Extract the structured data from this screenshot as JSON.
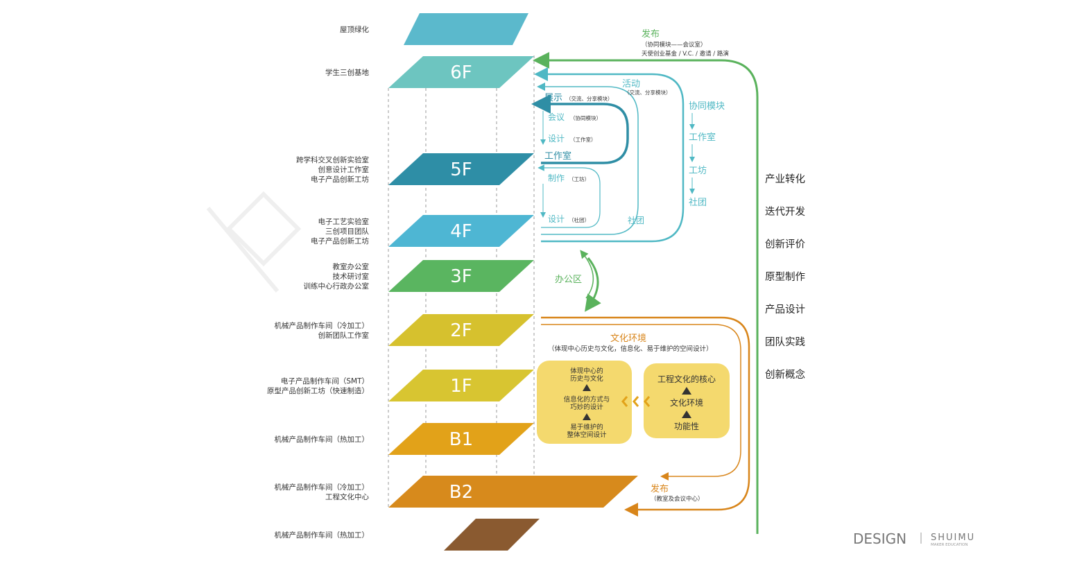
{
  "floors": [
    {
      "id": "roof",
      "name": "",
      "color": "#5bb9cc",
      "labels": [
        "屋顶绿化"
      ]
    },
    {
      "id": "6f",
      "name": "6F",
      "color": "#6dc5c0",
      "labels": [
        "学生三创基地"
      ]
    },
    {
      "id": "5f",
      "name": "5F",
      "color": "#2e8ea6",
      "labels": [
        "跨学科交叉创新实验室",
        "创意设计工作室",
        "电子产品创新工坊"
      ]
    },
    {
      "id": "4f",
      "name": "4F",
      "color": "#4eb6d3",
      "labels": [
        "电子工艺实验室",
        "三创项目团队",
        "电子产品创新工坊"
      ]
    },
    {
      "id": "3f",
      "name": "3F",
      "color": "#5ab560",
      "labels": [
        "教室办公室",
        "技术研讨室",
        "训练中心行政办公室"
      ]
    },
    {
      "id": "2f",
      "name": "2F",
      "color": "#d6c12e",
      "labels": [
        "机械产品制作车间（冷加工）",
        "创新团队工作室"
      ]
    },
    {
      "id": "1f",
      "name": "1F",
      "color": "#d8c531",
      "labels": [
        "电子产品制作车间（SMT）",
        "原型产品创新工坊（快速制造）"
      ]
    },
    {
      "id": "b1",
      "name": "B1",
      "color": "#e2a219",
      "labels": [
        "机械产品制作车间（热加工）"
      ]
    },
    {
      "id": "b2",
      "name": "B2",
      "color": "#d78a1c",
      "labels": [
        "机械产品制作车间（冷加工）",
        "工程文化中心"
      ]
    },
    {
      "id": "base",
      "name": "",
      "color": "#8a5a30",
      "labels": [
        "机械产品制作车间（热加工）"
      ]
    }
  ],
  "release_top": {
    "title": "发布",
    "line1": "（协同模块——会议室）",
    "line2": "天使创业基金 / V.C. / 邀请 / 路演"
  },
  "activity": {
    "title": "活动",
    "sub": "（交流、分享模块）"
  },
  "display": {
    "title": "展示",
    "sub": "（交流、分享模块）"
  },
  "meeting": {
    "title": "会议",
    "sub": "（协同模块）"
  },
  "design_studio": {
    "title": "设计",
    "sub": "（工作室）"
  },
  "studio": "工作室",
  "make": {
    "title": "制作",
    "sub": "（工坊）"
  },
  "design_club": {
    "title": "设计",
    "sub": "（社团）"
  },
  "club_inner": "社团",
  "collab": {
    "title": "协同模块",
    "steps": [
      "工作室",
      "工坊",
      "社团"
    ]
  },
  "office": "办公区",
  "culture": {
    "title": "文化环境",
    "sub": "（体现中心历史与文化，信息化、易于维护的空间设计）"
  },
  "culture_left": [
    "体现中心的",
    "历史与文化",
    "信息化的方式与",
    "巧妙的设计",
    "易于维护的",
    "整体空间设计"
  ],
  "culture_right": [
    "工程文化的核心",
    "文化环境",
    "功能性"
  ],
  "release_bottom": {
    "title": "发布",
    "sub": "（教室及会议中心）"
  },
  "stages": [
    "产业转化",
    "迭代开发",
    "创新评价",
    "原型制作",
    "产品设计",
    "团队实践",
    "创新概念"
  ],
  "brand": {
    "design": "DESIGN",
    "name": "SHUIMU",
    "tagline": "MAKER EDUCATION"
  },
  "colors": {
    "teal": "#4fb8c4",
    "teal_dark": "#2f8ea5",
    "green": "#5ab25c",
    "orange": "#d8851a",
    "yellow_box": "#f4d96e",
    "text": "#333333"
  }
}
